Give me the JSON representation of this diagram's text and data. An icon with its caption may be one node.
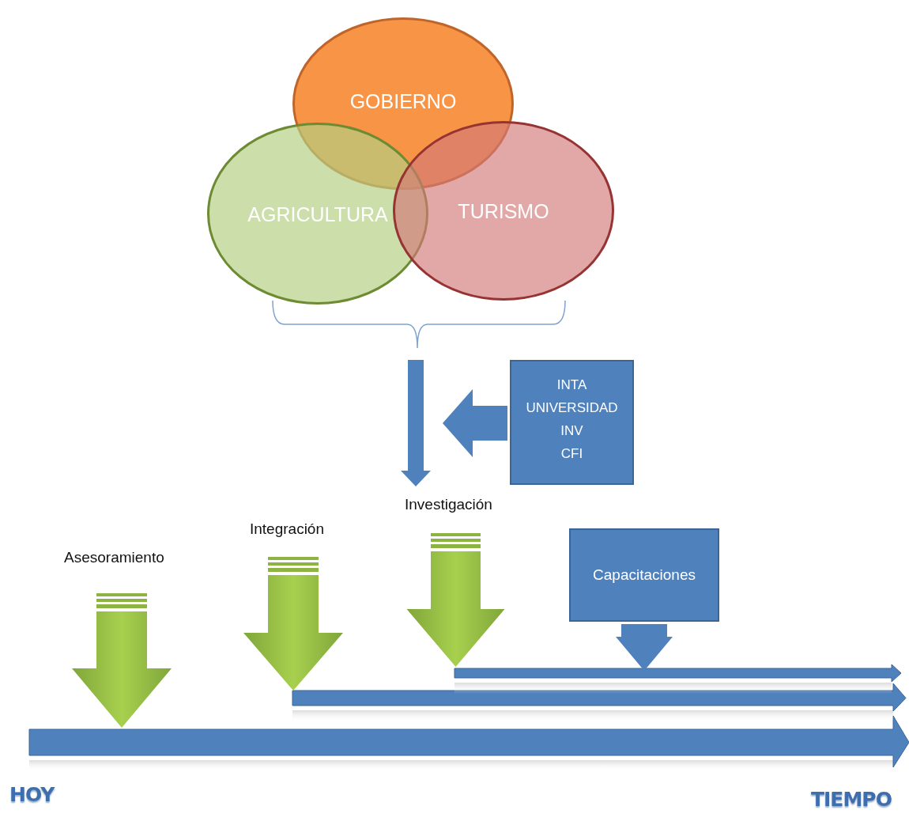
{
  "diagram": {
    "nodes": [
      {
        "text": [
          "GOBIERNO"
        ]
      },
      {
        "text": [
          "AGRICULTURA"
        ]
      },
      {
        "text": [
          "TURISMO"
        ]
      },
      {
        "text": [
          "INTA",
          "UNIVERSIDAD",
          "INV",
          "CFI"
        ]
      },
      {
        "text": [
          "Investigación"
        ]
      },
      {
        "text": [
          "Capacitaciones"
        ]
      }
    ],
    "edges": [
      {
        "from": null,
        "to": 4,
        "arrow": "to"
      },
      {
        "from": 3,
        "to": null,
        "arrow": "to"
      },
      {
        "from": 5,
        "to": null,
        "arrow": "to"
      }
    ],
    "labels": [
      "Integración",
      "Asesoramiento",
      "HOY",
      "TIEMPO"
    ]
  }
}
